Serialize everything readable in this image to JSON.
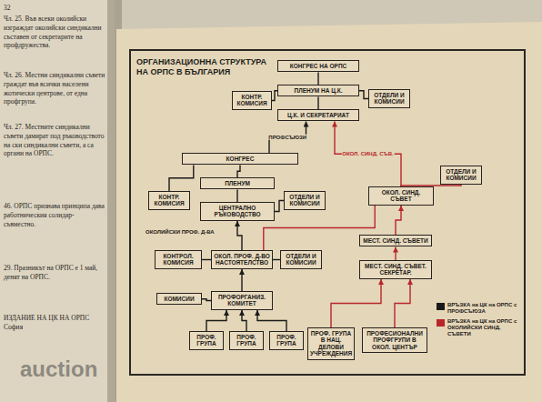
{
  "diagram": {
    "title": "ОРГАНИЗАЦИОННА СТРУКТУРА НА ОРПС В БЪЛГАРИЯ",
    "nodes": [
      {
        "text": [
          "КОНГРЕС НА ОРПС"
        ]
      },
      {
        "text": [
          "КОНТР. КОМИСИЯ"
        ]
      },
      {
        "text": [
          "ПЛЕНУМ НА Ц.К."
        ]
      },
      {
        "text": [
          "ОТДЕЛИ И КОМИСИИ"
        ]
      },
      {
        "text": [
          "Ц.К. И СЕКРЕТАРИАТ"
        ]
      },
      {
        "text": [
          "КОНГРЕС"
        ]
      },
      {
        "text": [
          "ПЛЕНУМ"
        ]
      },
      {
        "text": [
          "КОНТР. КОМИСИЯ"
        ]
      },
      {
        "text": [
          "ОТДЕЛИ И КОМИСИИ"
        ]
      },
      {
        "text": [
          "ЦЕНТРАЛНО РЪКОВОДСТВО"
        ]
      },
      {
        "text": [
          "ОТДЕЛИ И КОМИСИИ"
        ]
      },
      {
        "text": [
          "ОКОЛ. СИНД. СЪВЕТ"
        ]
      },
      {
        "text": [
          "КОНТРОЛ. КОМИСИЯ"
        ]
      },
      {
        "text": [
          "ОКОЛ. ПРОФ. Д-ВО НАСТОЯТЕЛСТВО"
        ]
      },
      {
        "text": [
          "ОТДЕЛИ И КОМИСИИ"
        ]
      },
      {
        "text": [
          "МЕСТ. СИНД. СЪВЕТИ"
        ]
      },
      {
        "text": [
          "МЕСТ. СИНД. СЪВЕТ. СЕКРЕТАР."
        ]
      },
      {
        "text": [
          "КОМИСИИ"
        ]
      },
      {
        "text": [
          "ПРОФОРГАНИЗ. КОМИТЕТ"
        ]
      },
      {
        "text": [
          "ПРОФ. ГРУПА"
        ]
      },
      {
        "text": [
          "ПРОФ. ГРУПА"
        ]
      },
      {
        "text": [
          "ПРОФ. ГРУПА"
        ]
      },
      {
        "text": [
          "ПРОФ. ГРУПА В НАЦ. ДЕЛОВИ УЧРЕЖДЕНИЯ"
        ]
      },
      {
        "text": [
          "ПРОФЕСИОНАЛНИ ПРОФГРУПИ В ОКОЛ. ЦЕНТЪР"
        ]
      }
    ],
    "edges": [
      {
        "from": 0,
        "to": 2,
        "arrow": "none"
      },
      {
        "from": 2,
        "to": 4,
        "arrow": "none"
      },
      {
        "from": 1,
        "to": 2,
        "arrow": "none"
      },
      {
        "from": 2,
        "to": 3,
        "arrow": "none"
      },
      {
        "from": 5,
        "to": 4,
        "arrow": "to",
        "label": "ПРОФСЪЮЗИ"
      },
      {
        "from": 11,
        "to": 4,
        "arrow": "to",
        "label": "ОКОЛ. СИНД. СЪВ."
      },
      {
        "from": 5,
        "to": 6,
        "arrow": "none"
      },
      {
        "from": 6,
        "to": 9,
        "arrow": "none"
      },
      {
        "from": 7,
        "to": 5,
        "arrow": "none"
      },
      {
        "from": 9,
        "to": 8,
        "arrow": "none"
      },
      {
        "from": 13,
        "to": 9,
        "arrow": "to"
      },
      {
        "from": 10,
        "to": 11,
        "arrow": "none"
      },
      {
        "from": 11,
        "to": 13,
        "arrow": "none"
      },
      {
        "from": 15,
        "to": 11,
        "arrow": "to"
      },
      {
        "from": 16,
        "to": 15,
        "arrow": "to"
      },
      {
        "from": 22,
        "to": 16,
        "arrow": "to"
      },
      {
        "from": 23,
        "to": 16,
        "arrow": "to"
      },
      {
        "from": 12,
        "to": 13,
        "arrow": "none"
      },
      {
        "from": 13,
        "to": 14,
        "arrow": "none"
      },
      {
        "from": 18,
        "to": 13,
        "arrow": "to"
      },
      {
        "from": 17,
        "to": 18,
        "arrow": "none"
      },
      {
        "from": 19,
        "to": 18,
        "arrow": "to"
      },
      {
        "from": 20,
        "to": 18,
        "arrow": "to"
      },
      {
        "from": 21,
        "to": 18,
        "arrow": "to"
      }
    ],
    "labels": [
      "ОКОЛИЙСКИ ПРОФ. Д-ВА",
      "32",
      "Чл. 25. Във всеки околийски изграждат околийски синдикални съставен от секретарите на профдружества.",
      "Чл. 26. Местни синдикални съвети граждат във всички населени жотически центрове, от една профгрупа.",
      "Чл. 27. Местните синдикални съвети дамират под ръководството на ски синдикални съвети, а са органи на ОРПС.",
      "46. ОРПС признава принципа дава работническия солидар- съвместно.",
      "29. Празникът на ОРПС е 1 май, денят на ОРПС.",
      "ИЗДАНИЕ НА ЦК НА ОРПС София",
      "auction"
    ],
    "legend": [
      {
        "text": "ВРЪЗКА на ЦК на ОРПС с ПРОФСЪЮЗА",
        "color": "#1a1a1a"
      },
      {
        "text": "ВРЪЗКА на ЦК на ОРПС с ОКОЛИЙСКИ СИНД. СЪВЕТИ",
        "color": "#b8262b"
      }
    ]
  }
}
